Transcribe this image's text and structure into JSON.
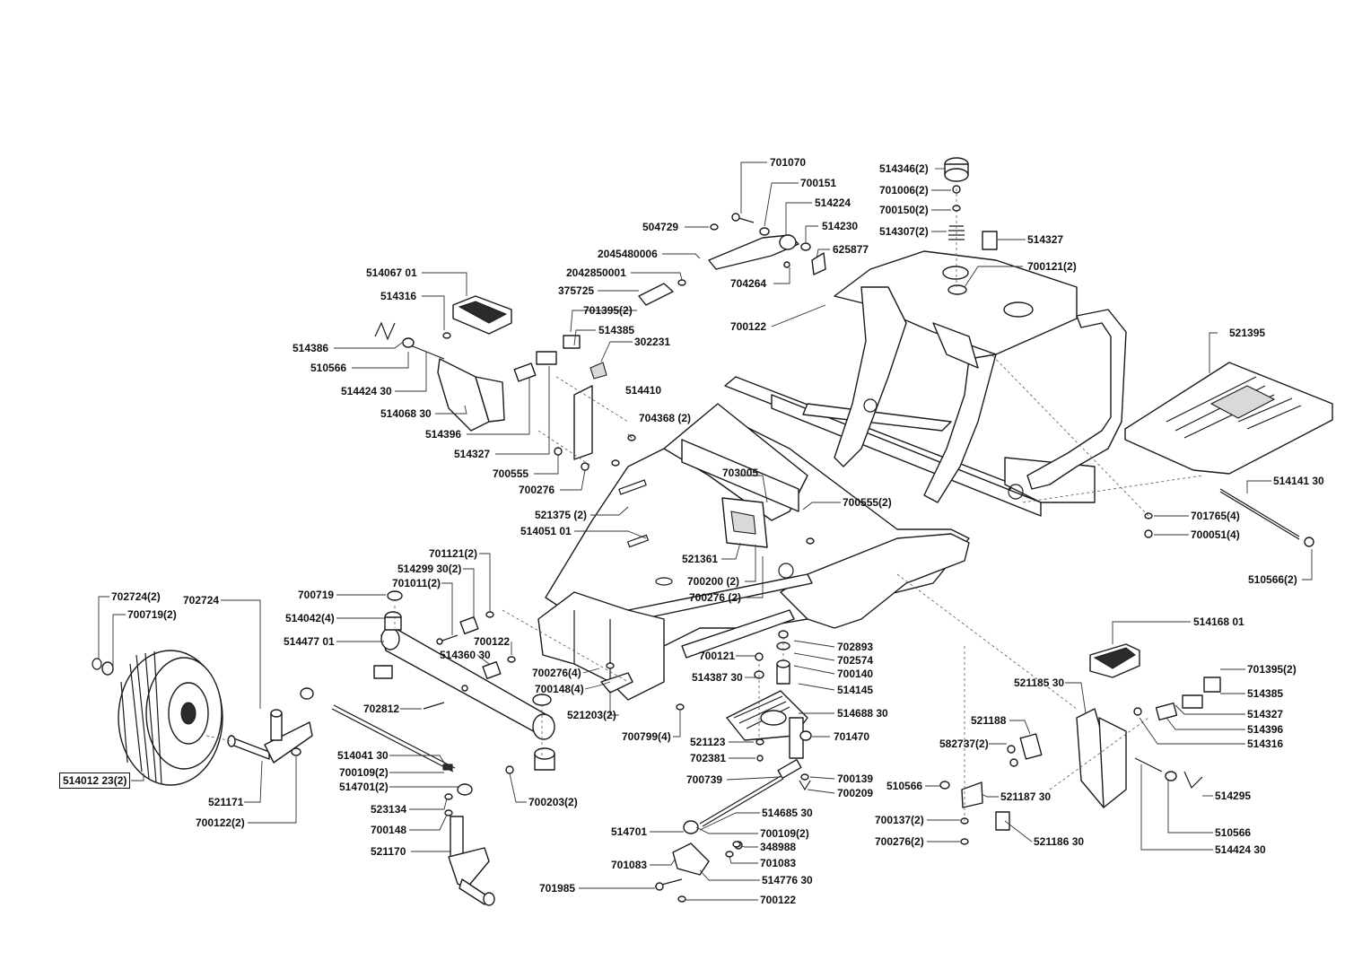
{
  "diagram": {
    "labels": {
      "l01": "701070",
      "l02": "700151",
      "l03": "514224",
      "l04": "504729",
      "l05": "514230",
      "l06": "2045480006",
      "l07": "625877",
      "l08": "2042850001",
      "l09": "704264",
      "l10": "375725",
      "l11": "514346(2)",
      "l12": "701006(2)",
      "l13": "700150(2)",
      "l14": "514307(2)",
      "l15": "514327",
      "l16": "700121(2)",
      "l17": "514067 01",
      "l18": "514316",
      "l19": "701395(2)",
      "l20": "514385",
      "l21": "302231",
      "l22": "514386",
      "l23": "510566",
      "l24": "514424 30",
      "l25": "514068 30",
      "l26": "514396",
      "l27": "514327",
      "l28": "700555",
      "l29": "700276",
      "l30": "514410",
      "l31": "704368 (2)",
      "l32": "700122",
      "l33": "521395",
      "l34": "703005",
      "l35": "700555(2)",
      "l36": "521375 (2)",
      "l37": "514051 01",
      "l38": "521361",
      "l39": "700200 (2)",
      "l40": "700276 (2)",
      "l41": "514141 30",
      "l42": "701765(4)",
      "l43": "700051(4)",
      "l44": "510566(2)",
      "l45": "702724(2)",
      "l46": "700719(2)",
      "l47": "702724",
      "l48": "700719",
      "l49": "514042(4)",
      "l50": "514477 01",
      "l51": "701121(2)",
      "l52": "514299 30(2)",
      "l53": "701011(2)",
      "l54": "700122",
      "l55": "514360 30",
      "l56": "700276(4)",
      "l57": "700148(4)",
      "l58": "521203(2)",
      "l59": "700799(4)",
      "l60": "702812",
      "l61": "700121",
      "l62": "514387 30",
      "l63": "702893",
      "l64": "702574",
      "l65": "700140",
      "l66": "514145",
      "l67": "514688 30",
      "l68": "521123",
      "l69": "701470",
      "l70": "702381",
      "l71": "514168 01",
      "l72": "521185 30",
      "l73": "701395(2)",
      "l74": "514385",
      "l75": "514327",
      "l76": "514396",
      "l77": "514316",
      "l78": "521188",
      "l79": "582737(2)",
      "l80": "514012 23(2)",
      "l81": "521171",
      "l82": "700122(2)",
      "l83": "514041 30",
      "l84": "700109(2)",
      "l85": "514701(2)",
      "l86": "523134",
      "l87": "700148",
      "l88": "521170",
      "l89": "700203(2)",
      "l90": "700739",
      "l91": "700139",
      "l92": "700209",
      "l93": "514685 30",
      "l94": "514701",
      "l95": "700109(2)",
      "l96": "348988",
      "l97": "701083",
      "l98": "701083",
      "l99": "514776 30",
      "l100": "701985",
      "l101": "700122",
      "l102": "510566",
      "l103": "521187 30",
      "l104": "700137(2)",
      "l105": "700276(2)",
      "l106": "521186 30",
      "l107": "514295",
      "l108": "510566",
      "l109": "514424 30"
    }
  }
}
